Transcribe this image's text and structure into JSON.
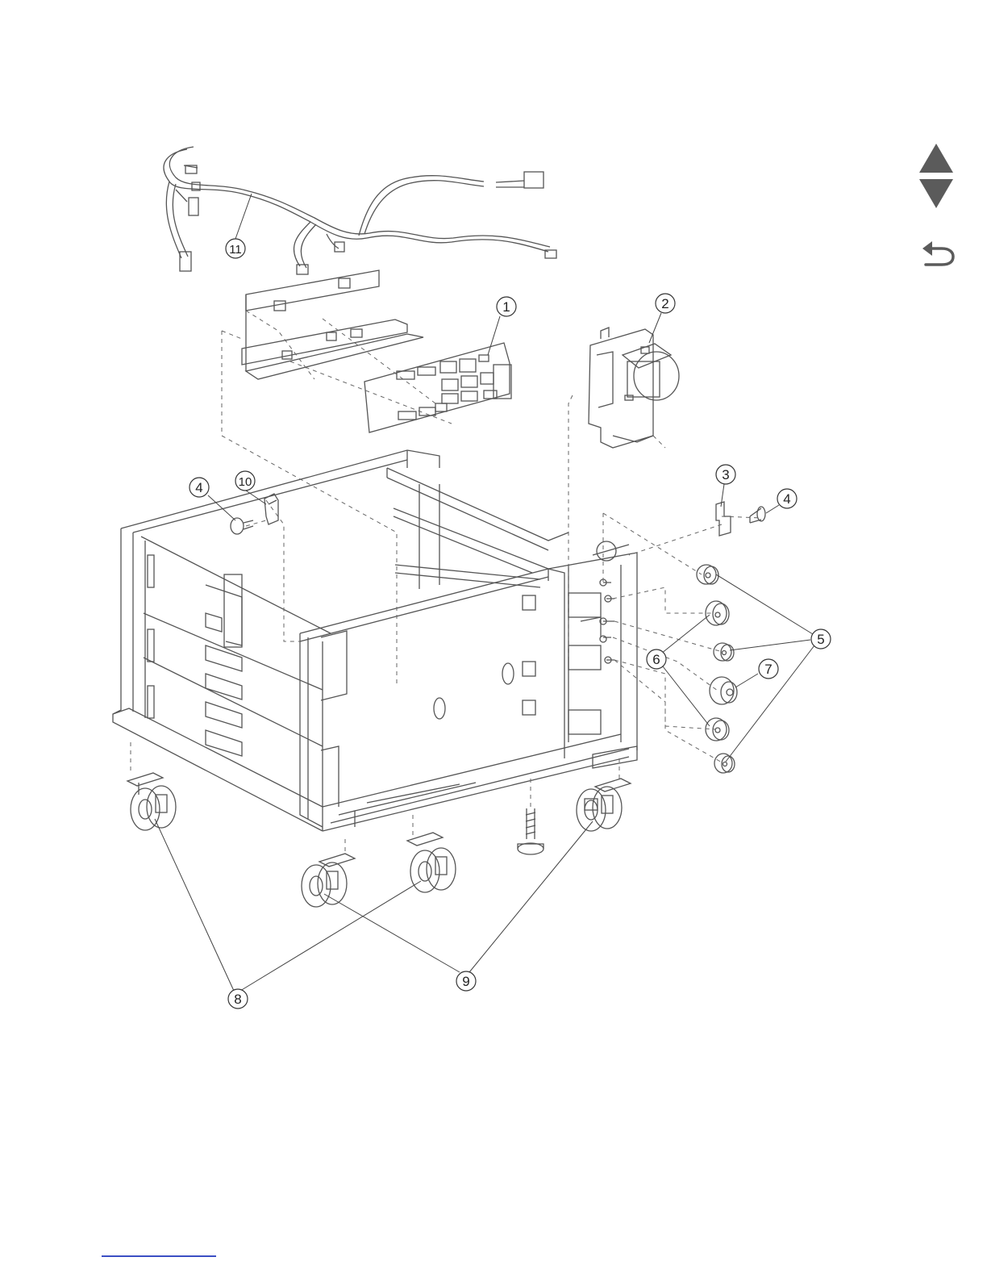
{
  "callouts": [
    "1",
    "2",
    "3",
    "4",
    "4",
    "5",
    "6",
    "7",
    "8",
    "9",
    "10",
    "11"
  ],
  "nav": {
    "up_icon": "triangle-up-icon",
    "down_icon": "triangle-down-icon",
    "back_icon": "return-arrow-icon"
  },
  "colors": {
    "line": "#444444",
    "light": "#999999",
    "nav": "#5b5b5b",
    "link": "#3b4fc4"
  }
}
